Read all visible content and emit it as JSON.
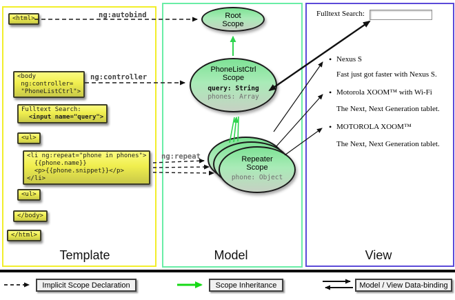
{
  "template_column": {
    "title": "Template",
    "boxes": {
      "html_open": "<html>",
      "body_open": "<body\n ng:controller=\n \"PhoneListCtrl\">",
      "fulltext_label": "Fulltext Search:",
      "fulltext_input": "  <input name=\"query\">",
      "ul_open": "<ul>",
      "li_repeat": "<li ng:repeat=\"phone in phones\">\n  {{phone.name}}\n  <p>{{phone.snippet}}</p>\n</li>",
      "ul_close": "<ul>",
      "body_close": "</body>",
      "html_close": "</html>"
    },
    "arrow_labels": {
      "autobind": "ng:autobind",
      "controller": "ng:controller",
      "repeat": "ng:repeat"
    }
  },
  "model_column": {
    "title": "Model",
    "root_scope": {
      "label": "Root\nScope"
    },
    "phonelist_scope": {
      "label": "PhoneListCtrl\nScope",
      "prop_query": "query: String",
      "prop_phones": "phones: Array"
    },
    "repeater_scope": {
      "label": "Repeater\nScope",
      "prop_phone": "phone: Object"
    }
  },
  "view_column": {
    "title": "View",
    "search_label": "Fulltext Search:",
    "search_value": "",
    "items": [
      {
        "name": "Nexus S",
        "snippet": "Fast just got faster with Nexus S."
      },
      {
        "name": "Motorola XOOM™  with Wi-Fi",
        "snippet": "The Next, Next Generation tablet."
      },
      {
        "name": "MOTOROLA XOOM™",
        "snippet": "The Next, Next Generation tablet."
      }
    ]
  },
  "legend": {
    "implicit": "Implicit Scope Declaration",
    "inheritance": "Scope Inheritance",
    "databinding": "Model / View Data-binding"
  },
  "colors": {
    "template_border": "#f2ee2a",
    "model_border": "#69eda6",
    "view_border": "#5a49d8",
    "code_box_fill": "#f0ee4e",
    "scope_fill_top": "#7ee295",
    "scope_fill_bottom": "#c6d1c3",
    "inheritance_arrow": "#2fd44f",
    "legend_green": "#16d916",
    "arrow_black": "#111111"
  }
}
